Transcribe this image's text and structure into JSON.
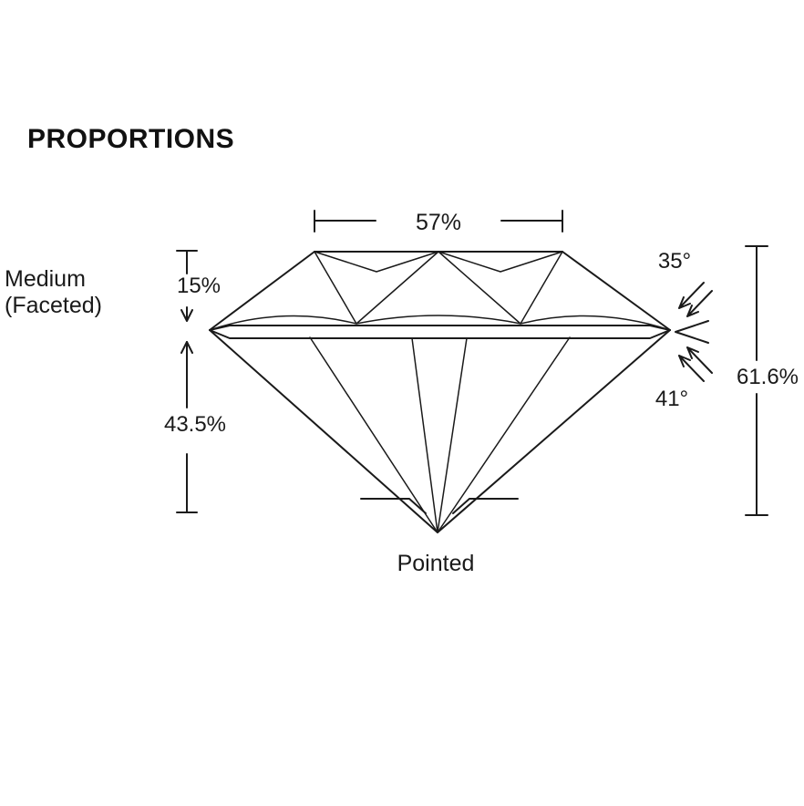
{
  "title": "PROPORTIONS",
  "colors": {
    "ink": "#1a1a1a",
    "background": "#ffffff"
  },
  "measurements": {
    "table_width": {
      "value": "57%"
    },
    "crown_height": {
      "value": "15%"
    },
    "pavilion_depth": {
      "value": "43.5%"
    },
    "total_depth": {
      "value": "61.6%"
    },
    "crown_angle": {
      "value": "35°"
    },
    "pavilion_angle": {
      "value": "41°"
    },
    "girdle": {
      "label_line1": "Medium",
      "label_line2": "(Faceted)"
    },
    "culet": {
      "value": "Pointed"
    }
  }
}
